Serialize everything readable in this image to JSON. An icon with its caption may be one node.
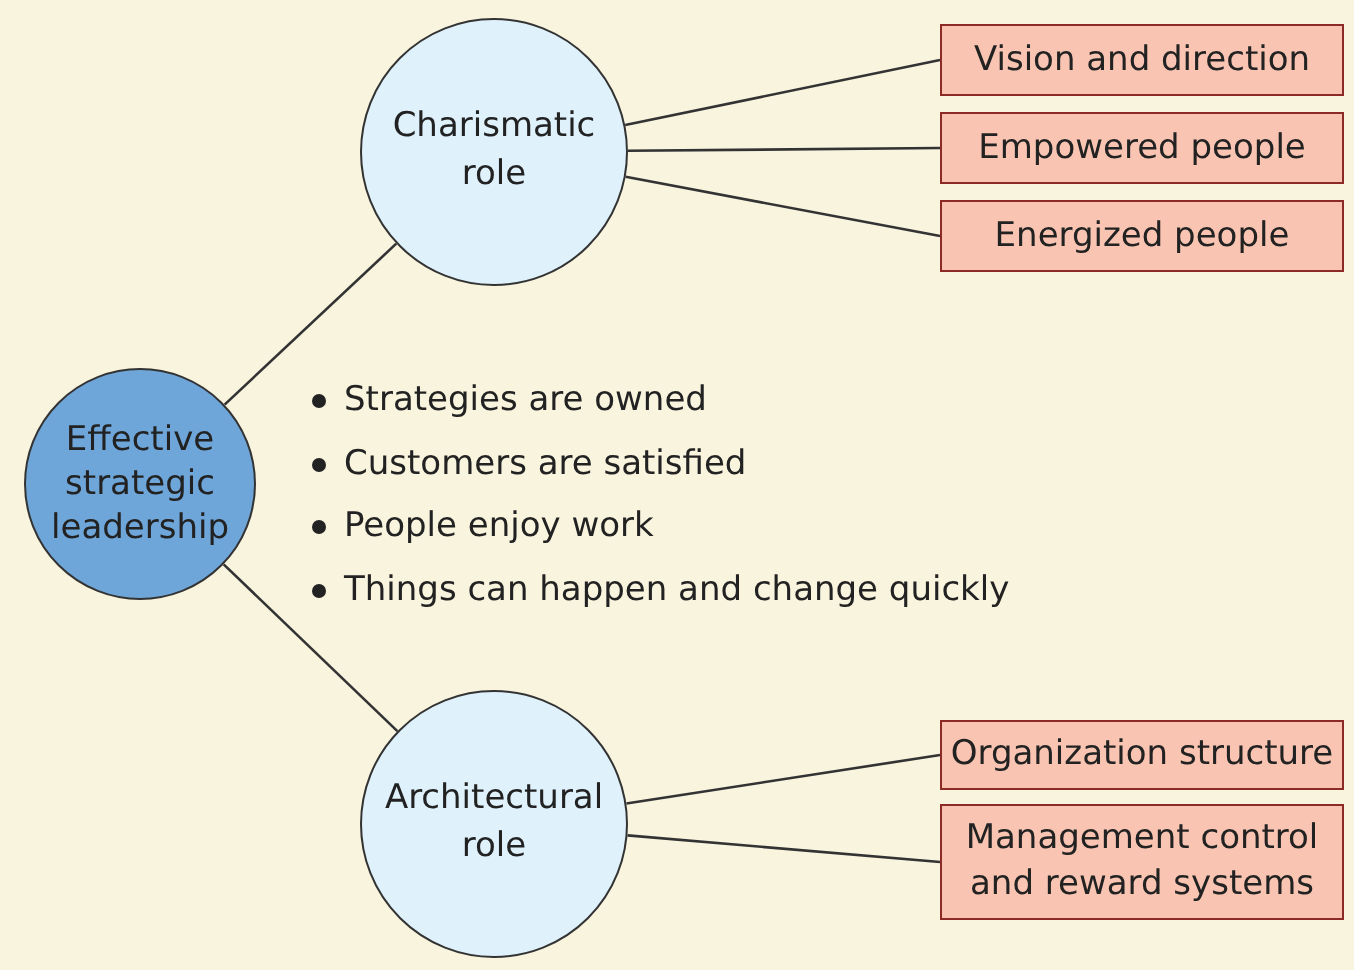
{
  "diagram": {
    "nodes": [
      {
        "text": [
          "Effective strategic leadership"
        ]
      },
      {
        "text": [
          "Charismatic role"
        ]
      },
      {
        "text": [
          "Architectural role"
        ]
      },
      {
        "text": [
          "Vision and direction"
        ]
      },
      {
        "text": [
          "Empowered people"
        ]
      },
      {
        "text": [
          "Energized people"
        ]
      },
      {
        "text": [
          "Organization structure"
        ]
      },
      {
        "text": [
          "Management control and reward systems"
        ]
      }
    ],
    "edges": [
      {
        "from": 0,
        "to": 1,
        "arrow": "none"
      },
      {
        "from": 0,
        "to": 2,
        "arrow": "none"
      },
      {
        "from": 1,
        "to": 3,
        "arrow": "none"
      },
      {
        "from": 1,
        "to": 4,
        "arrow": "none"
      },
      {
        "from": 1,
        "to": 5,
        "arrow": "none"
      },
      {
        "from": 2,
        "to": 6,
        "arrow": "none"
      },
      {
        "from": 2,
        "to": 7,
        "arrow": "none"
      }
    ],
    "labels": [
      "Strategies are owned",
      "Customers are satisfied",
      "People enjoy work",
      "Things can happen and change quickly"
    ]
  }
}
